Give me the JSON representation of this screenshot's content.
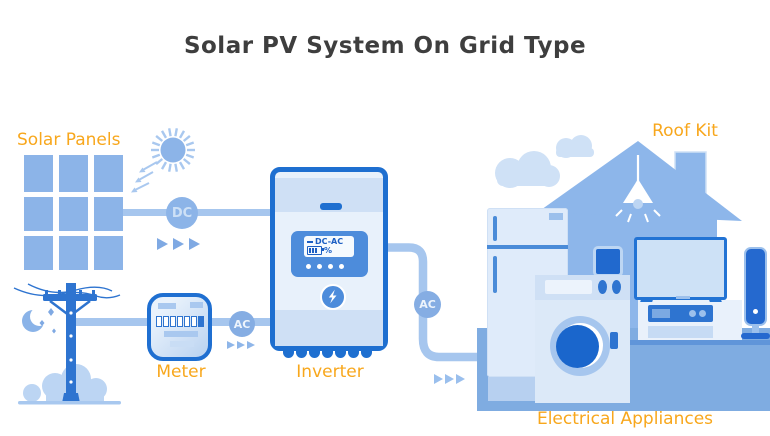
{
  "title": "Solar PV System On Grid Type",
  "labels": {
    "solar_panels": "Solar Panels",
    "roof_kit": "Roof Kit",
    "meter": "Meter",
    "inverter": "Inverter",
    "electrical_appliances": "Electrical Appliances"
  },
  "badges": {
    "dc": "DC",
    "ac": "AC"
  },
  "inverter_display": {
    "mode": "DC-AC",
    "unit": "%"
  },
  "colors": {
    "accent_orange": "#F8A71C",
    "blue_dark": "#1E6FD0",
    "blue_mid": "#8CB4E8",
    "blue_light": "#CFE0F5",
    "connector_line": "#A6C6EE",
    "title_text": "#3E3E3E"
  }
}
